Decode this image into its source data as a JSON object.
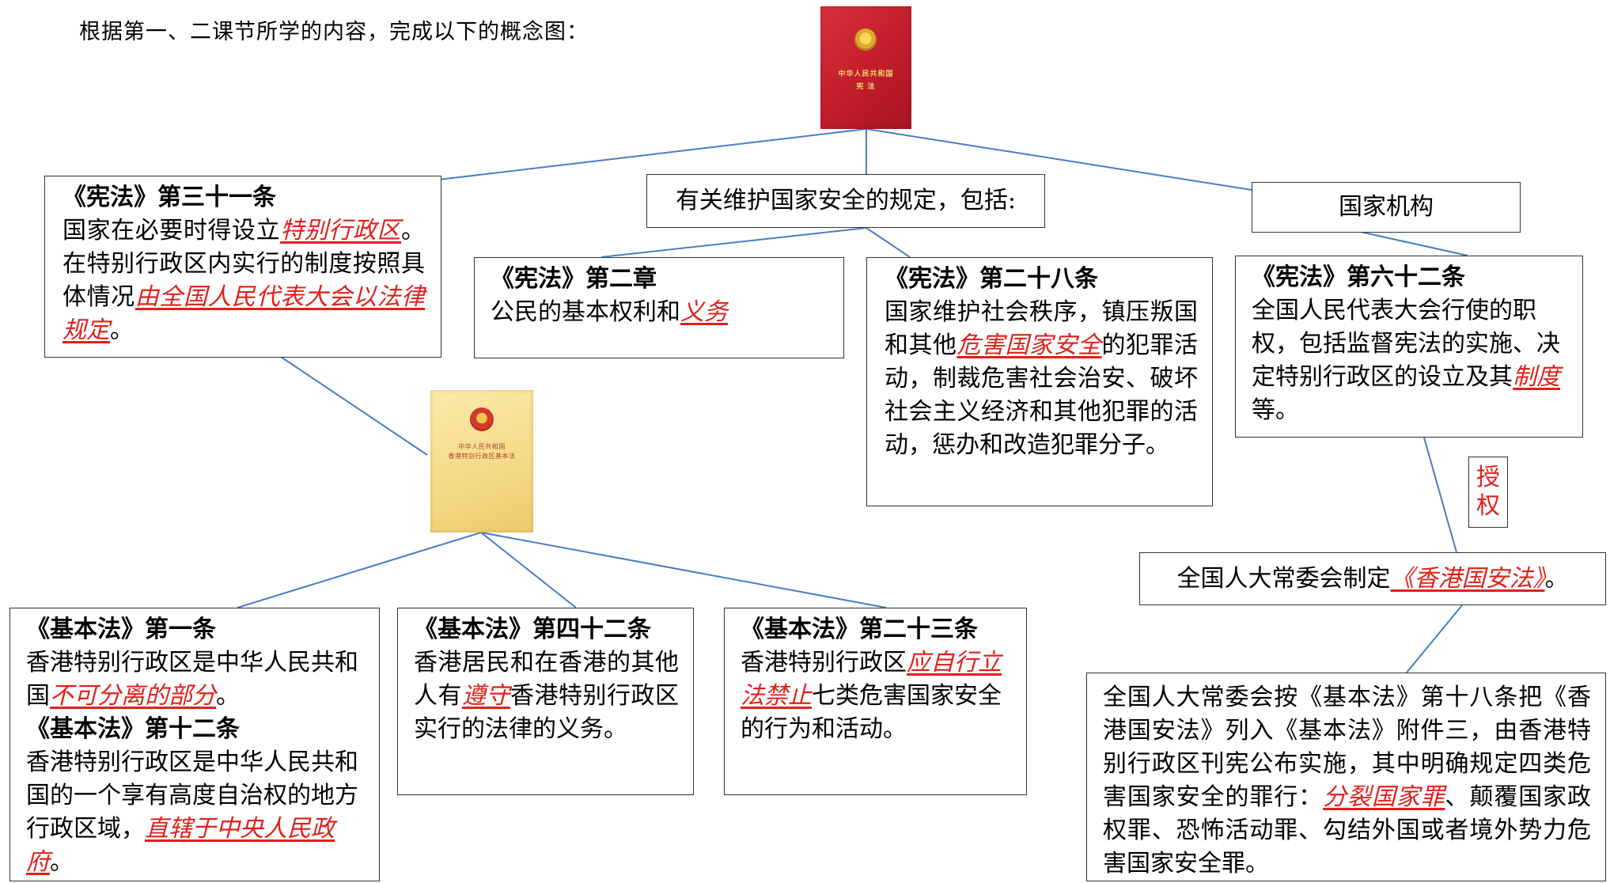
{
  "intro": "根据第一、二课节所学的内容，完成以下的概念图：",
  "books": {
    "constitution": {
      "line1": "中华人民共和国",
      "line2": "宪  法"
    },
    "basic_law": {
      "line1": "中华人民共和国",
      "line2": "香港特别行政区基本法"
    }
  },
  "art31": {
    "title": "《宪法》第三十一条",
    "t1": "国家在必要时得设立",
    "a1": "特别行政区",
    "t2": "。在特别行政区内实行的制度按照具体情况",
    "a2": "由全国人民代表大会以法律规定",
    "t3": "。"
  },
  "security": {
    "label": "有关维护国家安全的规定，包括:"
  },
  "organs": {
    "label": "国家机构"
  },
  "ch2": {
    "title": "《宪法》第二章",
    "t1": "公民的基本权利和",
    "a1": "义务"
  },
  "art28": {
    "title": "《宪法》第二十八条",
    "t1": "国家维护社会秩序，镇压叛国和其他",
    "a1": "危害国家安全",
    "t2": "的犯罪活动，制裁危害社会治安、破坏社会主义经济和其他犯罪的活动，惩办和改造犯罪分子。"
  },
  "art62": {
    "title": "《宪法》第六十二条",
    "t1": "全国人民代表大会行使的职权，包括监督宪法的实施、决定特别行政区的设立及其",
    "a1": "制度",
    "t2": "等。"
  },
  "authorize": {
    "label": "授权"
  },
  "npcsc": {
    "t1": "全国人大常委会制定",
    "a1": "《香港国安法》",
    "t2": "。"
  },
  "annex3": {
    "t1": "全国人大常委会按《基本法》第十八条把《香港国安法》列入《基本法》附件三，由香港特别行政区刊宪公布实施，其中明确规定四类危害国家安全的罪行：",
    "a1": "分裂国家罪",
    "t2": "、颠覆国家政权罪、恐怖活动罪、勾结外国或者境外势力危害国家安全罪。"
  },
  "bl1": {
    "title1": "《基本法》第一条",
    "t1": "香港特别行政区是中华人民共和国",
    "a1": "不可分离的部分",
    "t2": "。",
    "title2": "《基本法》第十二条",
    "t3": "香港特别行政区是中华人民共和国的一个享有高度自治权的地方行政区域，",
    "a2": "直辖于中央人民政府",
    "t4": "。"
  },
  "bl42": {
    "title": "《基本法》第四十二条",
    "t1": "香港居民和在香港的其他人有",
    "a1": "遵守",
    "t2": "香港特别行政区实行的法律的义务。"
  },
  "bl23": {
    "title": "《基本法》第二十三条",
    "t1": "香港特别行政区",
    "a1": "应自行立法禁止",
    "t2": "七类危害国家安全的行为和活动。"
  }
}
